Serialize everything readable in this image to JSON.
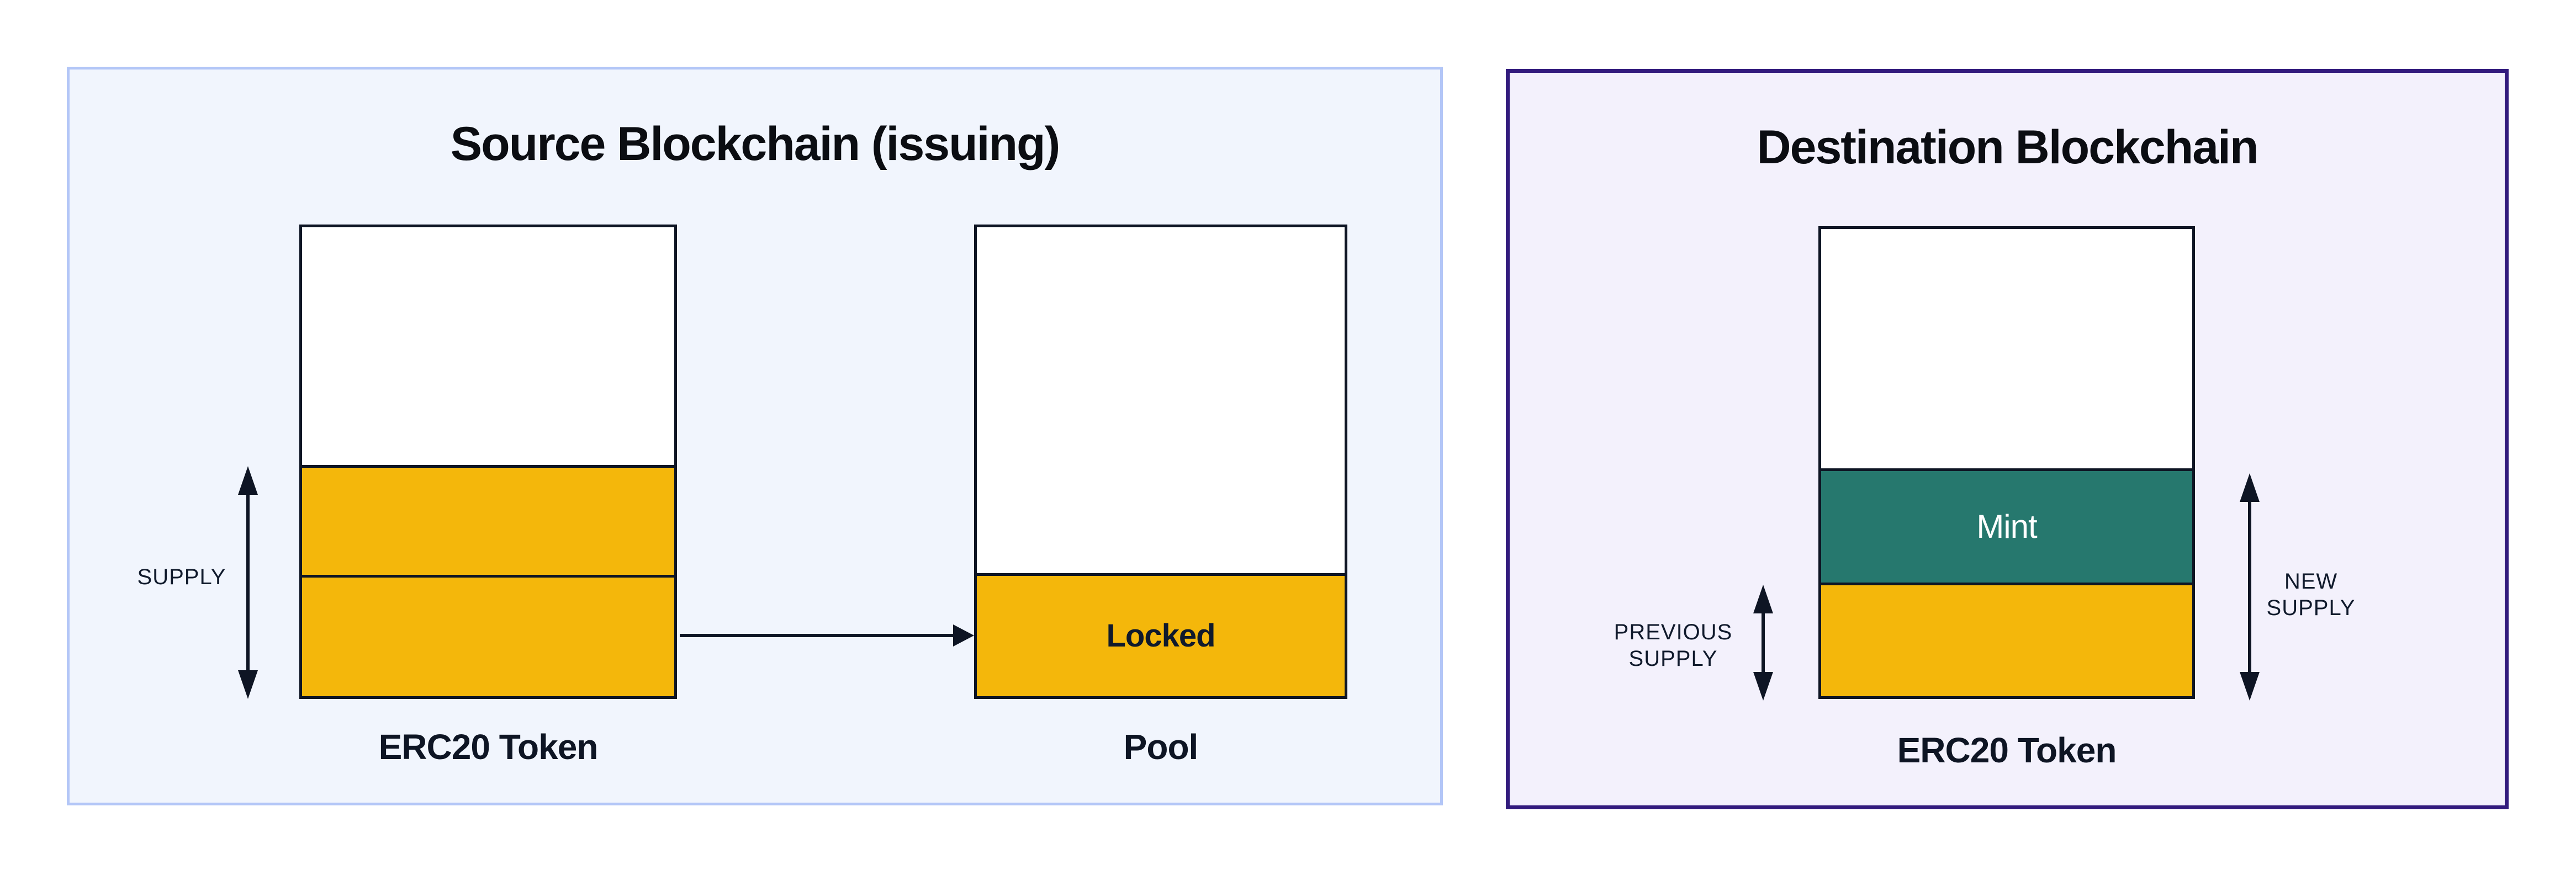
{
  "colors": {
    "page_bg": "#ffffff",
    "source_panel_bg": "#f1f5fd",
    "source_panel_border": "#b3c6f7",
    "destination_panel_bg": "#f3f1fc",
    "destination_panel_border": "#321b7d",
    "bar_bg": "#ffffff",
    "outline": "#0e1524",
    "yellow": "#f4b70b",
    "teal": "#26786e",
    "mint_text": "#ffffff",
    "label_text": "#101a2c",
    "title_text": "#0b0d12"
  },
  "source_panel": {
    "title": "Source Blockchain (issuing)",
    "supply_label": "SUPPLY",
    "token": {
      "label": "ERC20 Token"
    },
    "pool": {
      "label": "Pool",
      "locked_label": "Locked"
    }
  },
  "destination_panel": {
    "title": "Destination Blockchain",
    "previous_supply_label_line1": "PREVIOUS",
    "previous_supply_label_line2": "SUPPLY",
    "new_supply_label_line1": "NEW",
    "new_supply_label_line2": "SUPPLY",
    "token": {
      "label": "ERC20 Token",
      "mint_label": "Mint"
    }
  }
}
